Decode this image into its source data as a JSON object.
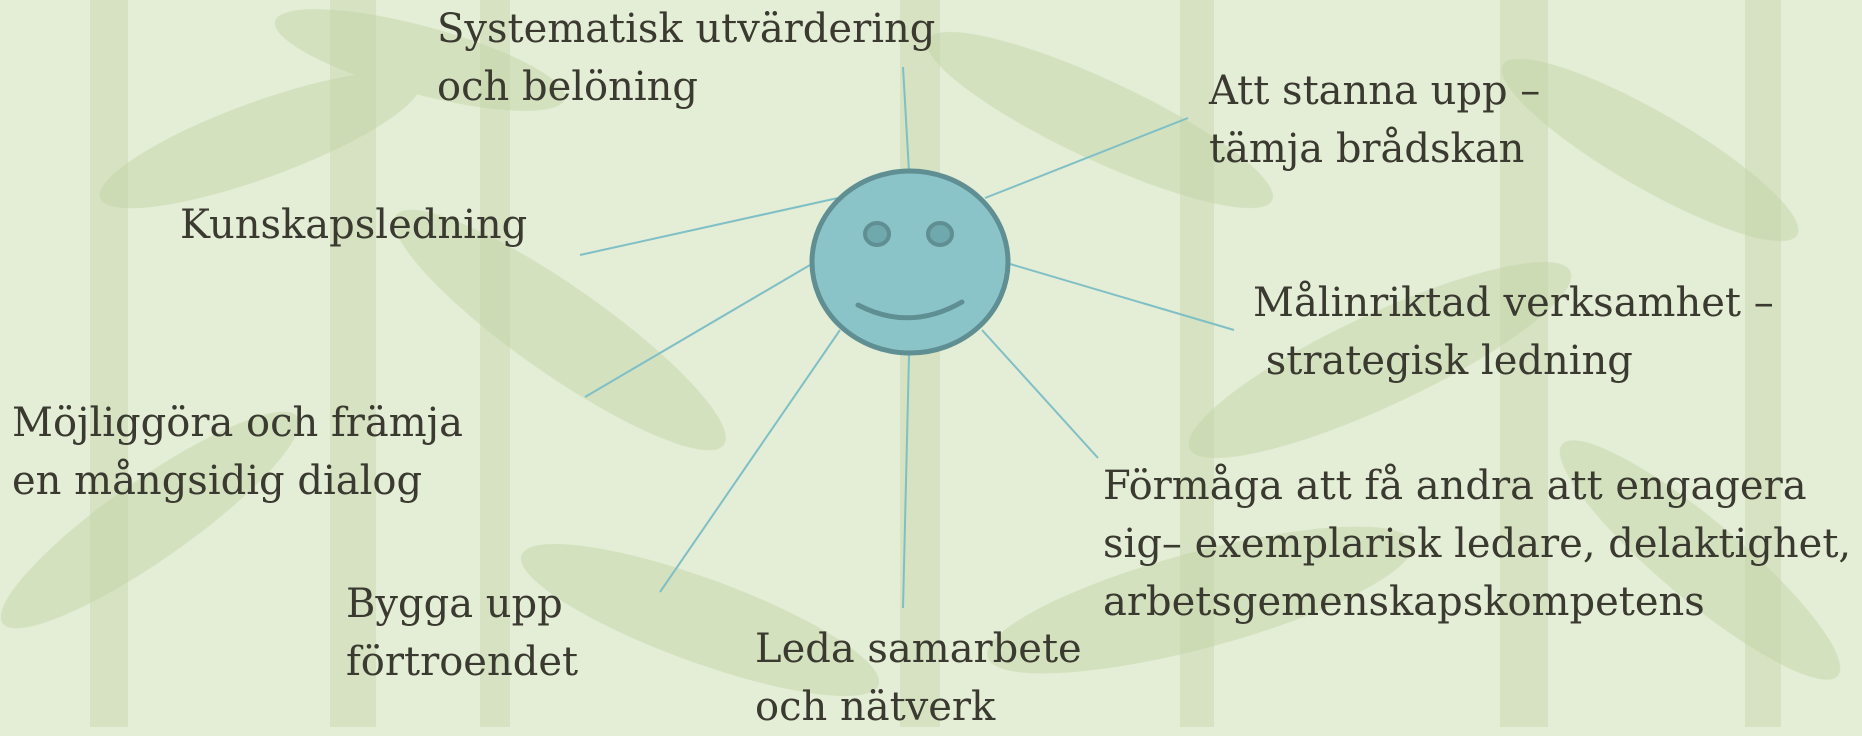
{
  "diagram": {
    "colors": {
      "background": "#e4edd6",
      "bamboo": "#cfdcb7",
      "line": "#7fbfc6",
      "face": "#8ac4c9",
      "face_outline": "#5f8f93",
      "text": "#3a3a30"
    },
    "center_icon": "smiley-face-icon",
    "labels": {
      "top": {
        "l1": "Systematisk utvärdering",
        "l2": "och belöning"
      },
      "top_right": {
        "l1": "Att stanna upp –",
        "l2": "tämja brådskan"
      },
      "left_upper": {
        "l1": "Kunskapsledning"
      },
      "right": {
        "l1": "Målinriktad verksamhet –",
        "l2": " strategisk ledning"
      },
      "left": {
        "l1": "Möjliggöra och främja",
        "l2": "en mångsidig dialog"
      },
      "bottom_right": {
        "l1": "Förmåga att få andra att engagera",
        "l2": "sig– exemplarisk ledare, delaktighet,",
        "l3": "arbetsgemenskapskompetens"
      },
      "bottom_left": {
        "l1": "Bygga upp",
        "l2": "förtroendet"
      },
      "bottom": {
        "l1": "Leda samarbete",
        "l2": "och nätverk"
      }
    }
  }
}
